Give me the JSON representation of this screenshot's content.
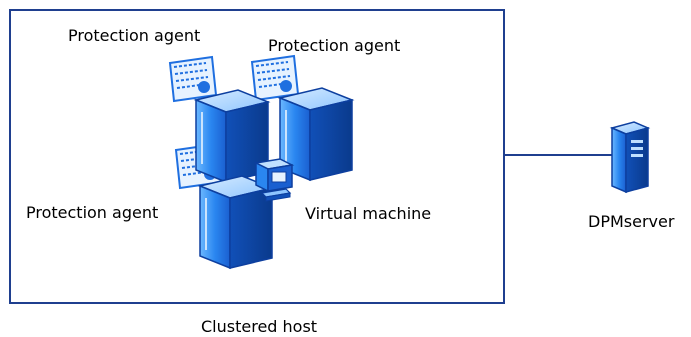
{
  "labels": {
    "agent_top_left": "Protection agent",
    "agent_top_right": "Protection agent",
    "agent_bottom_left": "Protection agent",
    "virtual_machine": "Virtual machine",
    "dpm_server": "DPMserver",
    "clustered_host": "Clustered host"
  },
  "colors": {
    "box_border": "#1f3f8f",
    "server_light": "#4aa3ff",
    "server_mid": "#1f6fe0",
    "server_dark": "#0d3f9f",
    "certificate_fill": "#e6f2ff"
  },
  "icons": [
    "certificate-icon",
    "server-tower-icon",
    "virtual-machine-icon",
    "dpm-server-icon"
  ]
}
